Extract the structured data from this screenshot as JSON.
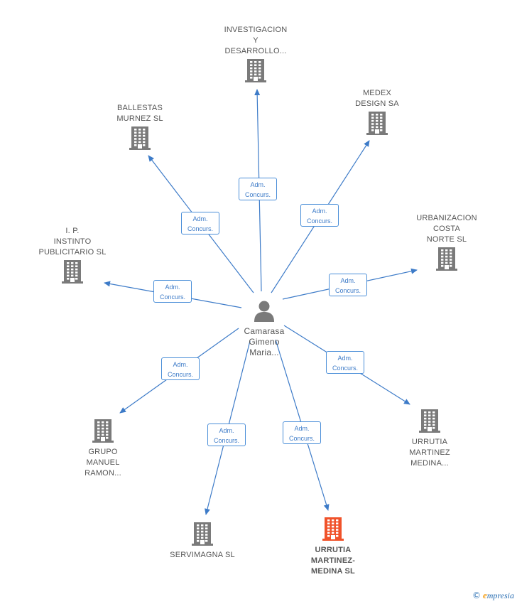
{
  "center": {
    "label": "Camarasa\nGimeno\nMaria..."
  },
  "relation_label": "Adm.\nConcurs.",
  "companies": [
    {
      "label": "INVESTIGACION\nY\nDESARROLLO...",
      "highlight": false
    },
    {
      "label": "MEDEX\nDESIGN SA",
      "highlight": false
    },
    {
      "label": "BALLESTAS\nMURNEZ SL",
      "highlight": false
    },
    {
      "label": "URBANIZACION\nCOSTA\nNORTE SL",
      "highlight": false
    },
    {
      "label": "I. P.\nINSTINTO\nPUBLICITARIO SL",
      "highlight": false
    },
    {
      "label": "URRUTIA\nMARTINEZ\nMEDINA...",
      "highlight": false
    },
    {
      "label": "GRUPO\nMANUEL\nRAMON...",
      "highlight": false
    },
    {
      "label": "SERVIMAGNA SL",
      "highlight": false
    },
    {
      "label": "URRUTIA\nMARTINEZ-\nMEDINA SL",
      "highlight": true
    }
  ],
  "colors": {
    "edge": "#3d7bc8",
    "building": "#7a7a7a",
    "building_highlight": "#f0522a",
    "person": "#7a7a7a"
  },
  "footer": {
    "copyright": "©",
    "brand_initial": "e",
    "brand_rest": "mpresia"
  }
}
